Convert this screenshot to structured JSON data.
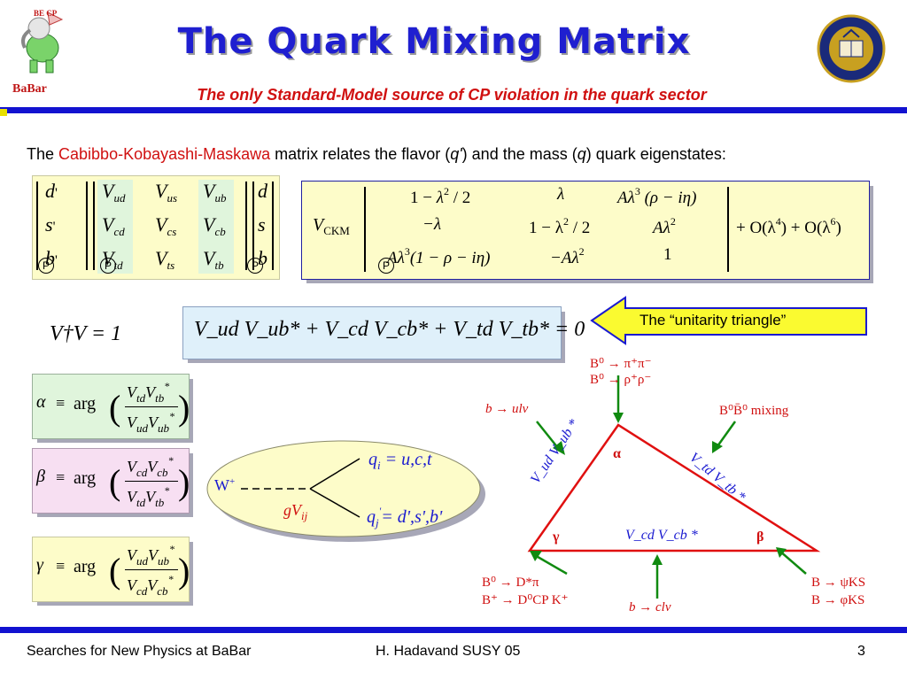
{
  "header": {
    "title": "The Quark Mixing Matrix",
    "subtitle": "The only Standard-Model source of CP violation in the quark sector",
    "logo_left_text": "BaBar",
    "logo_left_top_text": "BE CP"
  },
  "intro": {
    "prefix": "The ",
    "highlight": "Cabibbo-Kobayashi-Maskawa",
    "middle": " matrix relates the flavor (",
    "q_prime": "q'",
    "middle2": ") and the mass (",
    "q": "q",
    "suffix": ") quark eigenstates:"
  },
  "ckm_left": {
    "rows": [
      [
        "d",
        "V",
        "ud",
        "V",
        "us",
        "V",
        "ub",
        "d"
      ],
      [
        "s",
        "V",
        "cd",
        "V",
        "cs",
        "V",
        "cb",
        "s"
      ],
      [
        "b",
        "V",
        "td",
        "V",
        "ts",
        "V",
        "tb",
        "b"
      ]
    ],
    "p_labels": [
      "P",
      "P",
      "P",
      "P"
    ]
  },
  "ckm_right": {
    "label": "V",
    "label_sub": "CKM",
    "row1": [
      "1 ",
      "λ",
      "2",
      " / 2",
      "λ",
      "A",
      "λ",
      "3",
      " (ρ − iη)"
    ],
    "row2": [
      "−λ",
      "1 − λ",
      "2",
      " / 2",
      "A",
      "λ",
      "2",
      "+ O(λ",
      "4",
      ") + O(λ",
      "6",
      ")"
    ],
    "row3": [
      "A",
      "λ",
      "3",
      "(1 − ρ − iη)",
      "−A",
      "λ",
      "2",
      "1"
    ]
  },
  "unitarity": {
    "lhs": "V†V = 1",
    "sum": "V_ud V_ub* + V_cd V_cb* + V_td V_tb* = 0",
    "callout": "The “unitarity triangle”"
  },
  "angles": [
    {
      "symbol": "α",
      "arg": "arg",
      "num": [
        "V",
        "td",
        "V",
        "tb"
      ],
      "den": [
        "V",
        "ud",
        "V",
        "ub"
      ]
    },
    {
      "symbol": "β",
      "arg": "arg",
      "num": [
        "V",
        "cd",
        "V",
        "cb"
      ],
      "den": [
        "V",
        "td",
        "V",
        "tb"
      ]
    },
    {
      "symbol": "γ",
      "arg": "arg",
      "num": [
        "V",
        "ud",
        "V",
        "ub"
      ],
      "den": [
        "V",
        "cd",
        "V",
        "cb"
      ]
    }
  ],
  "feynman": {
    "w": "W",
    "w_sup": "+",
    "coupling": "gV",
    "coupling_sub": "ij",
    "qi": "q",
    "qi_sub": "i",
    "qi_rhs": " = u,c,t",
    "qj": "q",
    "qj_sub": "j",
    "qj_sup": "'",
    "qj_rhs": "= d',s',b'"
  },
  "triangle": {
    "top_process_1": "B⁰ → π⁺π⁻",
    "top_process_2": "B⁰ → ρ⁺ρ⁻",
    "left_process": "b → ulv",
    "right_process": "B⁰B̄⁰ mixing",
    "alpha": "α",
    "beta": "β",
    "gamma": "γ",
    "left_side": "V_ud V_ub *",
    "right_side": "V_td V_tb *",
    "bottom_side": "V_cd V_cb *",
    "bottom_left_1": "B⁰ → D*π",
    "bottom_left_2": "B⁺ → D⁰CP K⁺",
    "bottom_mid": "b → clv",
    "bottom_right_1": "B → ψKS",
    "bottom_right_2": "B → φKS",
    "colors": {
      "triangle": "#e01010",
      "arrows": "#108a10",
      "labels": "#d01010",
      "side_labels": "#1a1ad0"
    }
  },
  "footer": {
    "left": "Searches for New Physics at BaBar",
    "center": "H. Hadavand  SUSY 05",
    "page": "3"
  },
  "colors": {
    "accent_blue": "#1212d0",
    "title_blue": "#1f1fd0",
    "red": "#d01010",
    "box_yellow": "#fdfcc9",
    "box_green": "#e0f5dc",
    "box_pink": "#f7dff2"
  }
}
